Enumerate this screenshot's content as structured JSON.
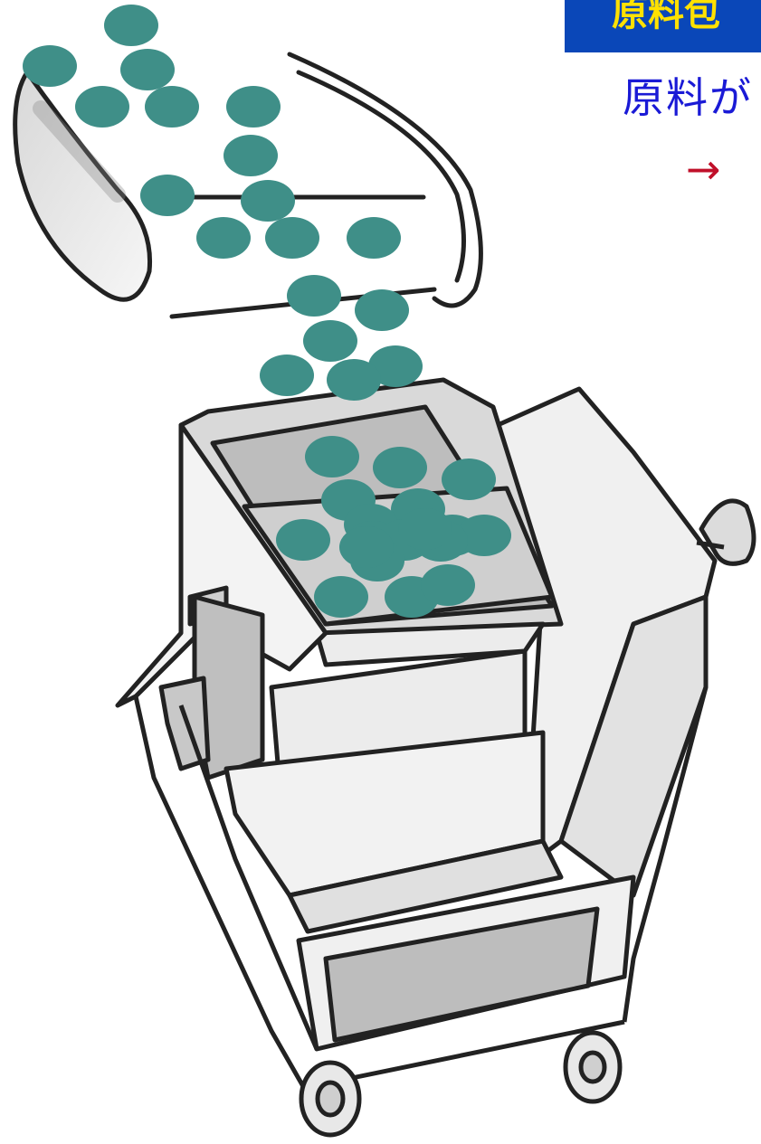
{
  "header": {
    "title": "原料包",
    "subtitle": "原料が",
    "arrow": "→"
  },
  "colors": {
    "title_bg": "#0a47b8",
    "title_fg": "#ffe100",
    "subtitle": "#1a1ad6",
    "arrow": "#c0102a",
    "pellet": "#3f8f88",
    "machine_fill": "#e6e6e6",
    "machine_shade": "#b8b8b8",
    "line": "#222222"
  },
  "illustration": {
    "icons": [
      "conveyor-belt-icon",
      "raw-material-pellet-icon",
      "hopper-machine-icon",
      "cart-wheel-icon"
    ],
    "pellet_count": 36
  }
}
